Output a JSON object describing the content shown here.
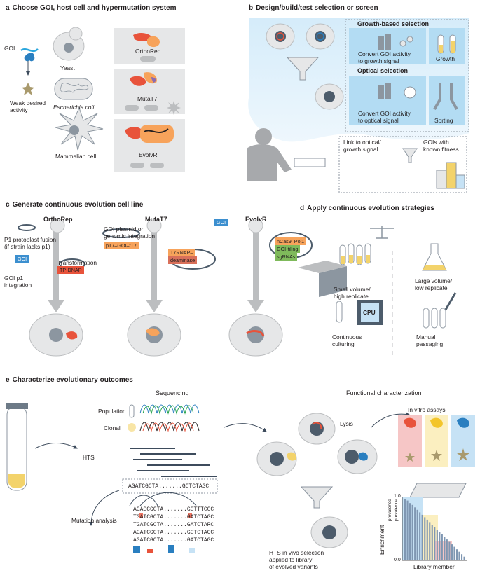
{
  "panel_a": {
    "header_letter": "a",
    "header": "Choose GOI, host cell and hypermutation system",
    "goi": "GOI",
    "weak_activity": [
      "Weak desired",
      "activity"
    ],
    "yeast": "Yeast",
    "ecoli": "Escherichia coli",
    "mammalian": "Mammalian cell",
    "orthorep": "OrthoRep",
    "mutat7": "MutaT7",
    "evolvr": "EvolvR"
  },
  "panel_b": {
    "header_letter": "b",
    "header": "Design/build/test selection or screen",
    "growth_title": "Growth-based selection",
    "growth_convert": [
      "Convert GOI activity",
      "to growth signal"
    ],
    "growth": "Growth",
    "optical_title": "Optical selection",
    "optical_convert": [
      "Convert GOI activity",
      "to optical signal"
    ],
    "sorting": "Sorting",
    "link": [
      "Link to optical/",
      "growth signal"
    ],
    "known": [
      "GOIs with",
      "known fitness"
    ]
  },
  "panel_c": {
    "header_letter": "c",
    "header": "Generate continuous evolution cell line",
    "orthorep": "OrthoRep",
    "mutat7": "MutaT7",
    "evolvr": "EvolvR",
    "p1_fusion": [
      "P1 protoplast fusion",
      "(if strain lacks p1)"
    ],
    "goi": "GOI",
    "transformation": "Transformation",
    "tp_dnap": "TP-DNAP",
    "goi_p1": [
      "GOI p1",
      "integration"
    ],
    "goi_plasmid": [
      "GOI plasmid or",
      "genomic integration"
    ],
    "pt7": "pT7–GOI–tT7",
    "t7rnap": [
      "T7RNAP–",
      "deaminase"
    ],
    "ncas9": "nCas9–Pol1",
    "tiling": [
      "GOI-tiling",
      "sgRNAs"
    ]
  },
  "panel_d": {
    "header_letter": "d",
    "header": "Apply continuous evolution strategies",
    "small": [
      "Small volume/",
      "high replicate"
    ],
    "large": [
      "Large volume/",
      "low replicate"
    ],
    "cpu": "CPU",
    "continuous": [
      "Continuous",
      "culturing"
    ],
    "manual": [
      "Manual",
      "passaging"
    ]
  },
  "panel_e": {
    "header_letter": "e",
    "header": "Characterize evolutionary outcomes",
    "sequencing": "Sequencing",
    "functional": "Functional characterization",
    "population": "Population",
    "clonal": "Clonal",
    "hts": "HTS",
    "consensus": "AGATCGCTA.......GCTCTAGC",
    "reads": [
      "AGACCGCTA.......GCTTTCGC",
      "TGATCGCTA.......GATCTAGC",
      "TGATCGCTA.......GATCTARC",
      "AGATCGCTA.......GCTCTAGC",
      "AGATCGCTA.......GATCTAGC"
    ],
    "mutation": "Mutation analysis",
    "lysis": "Lysis",
    "in_vitro": "In vitro assays",
    "hts_vivo": [
      "HTS in vivo selection",
      "applied to library",
      "of evolved variants"
    ],
    "ylabel": "Enrichment",
    "ratio_top": "prevalence",
    "ratio_bottom": "prevalence",
    "xlabel": "Library member",
    "y_ticks": [
      "1.0",
      "0.0"
    ]
  },
  "chart_data": {
    "type": "bar",
    "xlabel": "Library member",
    "ylabel": "Enrichment",
    "ylim": [
      0,
      1.0
    ],
    "values": [
      1.0,
      0.97,
      0.93,
      0.9,
      0.86,
      0.82,
      0.78,
      0.74,
      0.7,
      0.66,
      0.62,
      0.58,
      0.54,
      0.5,
      0.46,
      0.42,
      0.38,
      0.34,
      0.3,
      0.26,
      0.22,
      0.18,
      0.14,
      0.1,
      0.06
    ],
    "colors": {
      "bar": "#7f97b2",
      "blue": "#c6e2f5",
      "yellow": "#fbefc0",
      "red": "#f6c6c6"
    }
  }
}
